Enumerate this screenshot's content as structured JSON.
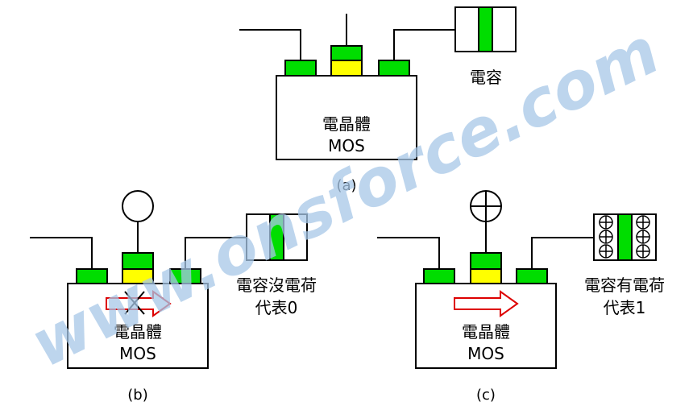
{
  "colors": {
    "terminal": "#00dd00",
    "oxide": "#ffff00",
    "outline": "#000000",
    "arrow": "#dd0000",
    "watermark": "#a8c8e8"
  },
  "watermark": {
    "text": "www.onsforce.com"
  },
  "panel_a": {
    "caption": "(a)",
    "transistor_label": "電晶體",
    "mos_label": "MOS",
    "capacitor_label": "電容"
  },
  "panel_b": {
    "caption": "(b)",
    "transistor_label": "電晶體",
    "mos_label": "MOS",
    "capacitor_label_line1": "電容沒電荷",
    "capacitor_label_line2": "代表0",
    "gate_symbol": "empty-circle-icon",
    "arrow_state": "blocked"
  },
  "panel_c": {
    "caption": "(c)",
    "transistor_label": "電晶體",
    "mos_label": "MOS",
    "capacitor_label_line1": "電容有電荷",
    "capacitor_label_line2": "代表1",
    "gate_symbol": "plus-circle-icon",
    "arrow_state": "open"
  }
}
